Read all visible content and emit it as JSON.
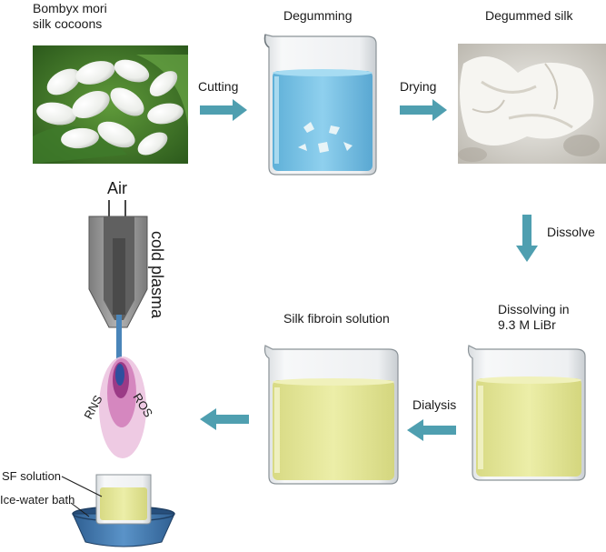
{
  "labels": {
    "cocoons_line1": "Bombyx mori",
    "cocoons_line2": "silk cocoons",
    "degumming": "Degumming",
    "degummed_silk": "Degummed silk",
    "cutting": "Cutting",
    "drying": "Drying",
    "dissolve": "Dissolve",
    "dissolving_line1": "Dissolving in",
    "dissolving_line2": "9.3 M LiBr",
    "sf_solution_title": "Silk fibroin solution",
    "dialysis": "Dialysis",
    "air": "Air",
    "cold_plasma": "cold plasma",
    "rns": "RNS",
    "ros": "ROS",
    "sf_solution": "SF solution",
    "ice_water_bath": "Ice-water bath"
  },
  "colors": {
    "arrow": "#4f9fb0",
    "water": "#7ec3e3",
    "fibroin": "#e3e59a",
    "nozzle_outer": "#9a9a9a",
    "nozzle_inner": "#5e5e5e",
    "plasma_outer": "#e9b8dc",
    "plasma_mid": "#c2529a",
    "plasma_core": "#2f4f9e",
    "bath": "#4a7fb6"
  },
  "icons": {
    "cocoons_photo": "silk-cocoons-photo",
    "silk_photo": "degummed-silk-photo"
  }
}
